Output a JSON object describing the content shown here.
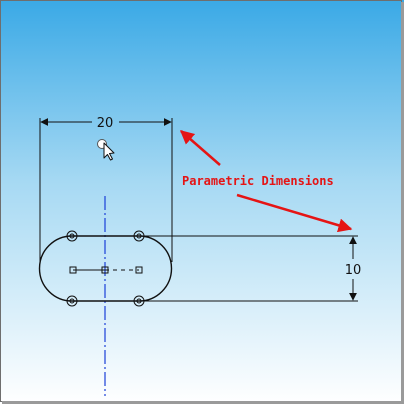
{
  "colors": {
    "background_top": "#3aa9e6",
    "background_bottom": "#ffffff",
    "geometry": "#111111",
    "centerline": "#1a3fd8",
    "annotation": "#e51414",
    "frame": "#6e6e6e"
  },
  "dimensions": {
    "width_value": "20",
    "height_value": "10"
  },
  "annotation": {
    "label": "Parametric Dimensions"
  },
  "icons": {
    "cursor": "mouse-pointer-icon"
  }
}
